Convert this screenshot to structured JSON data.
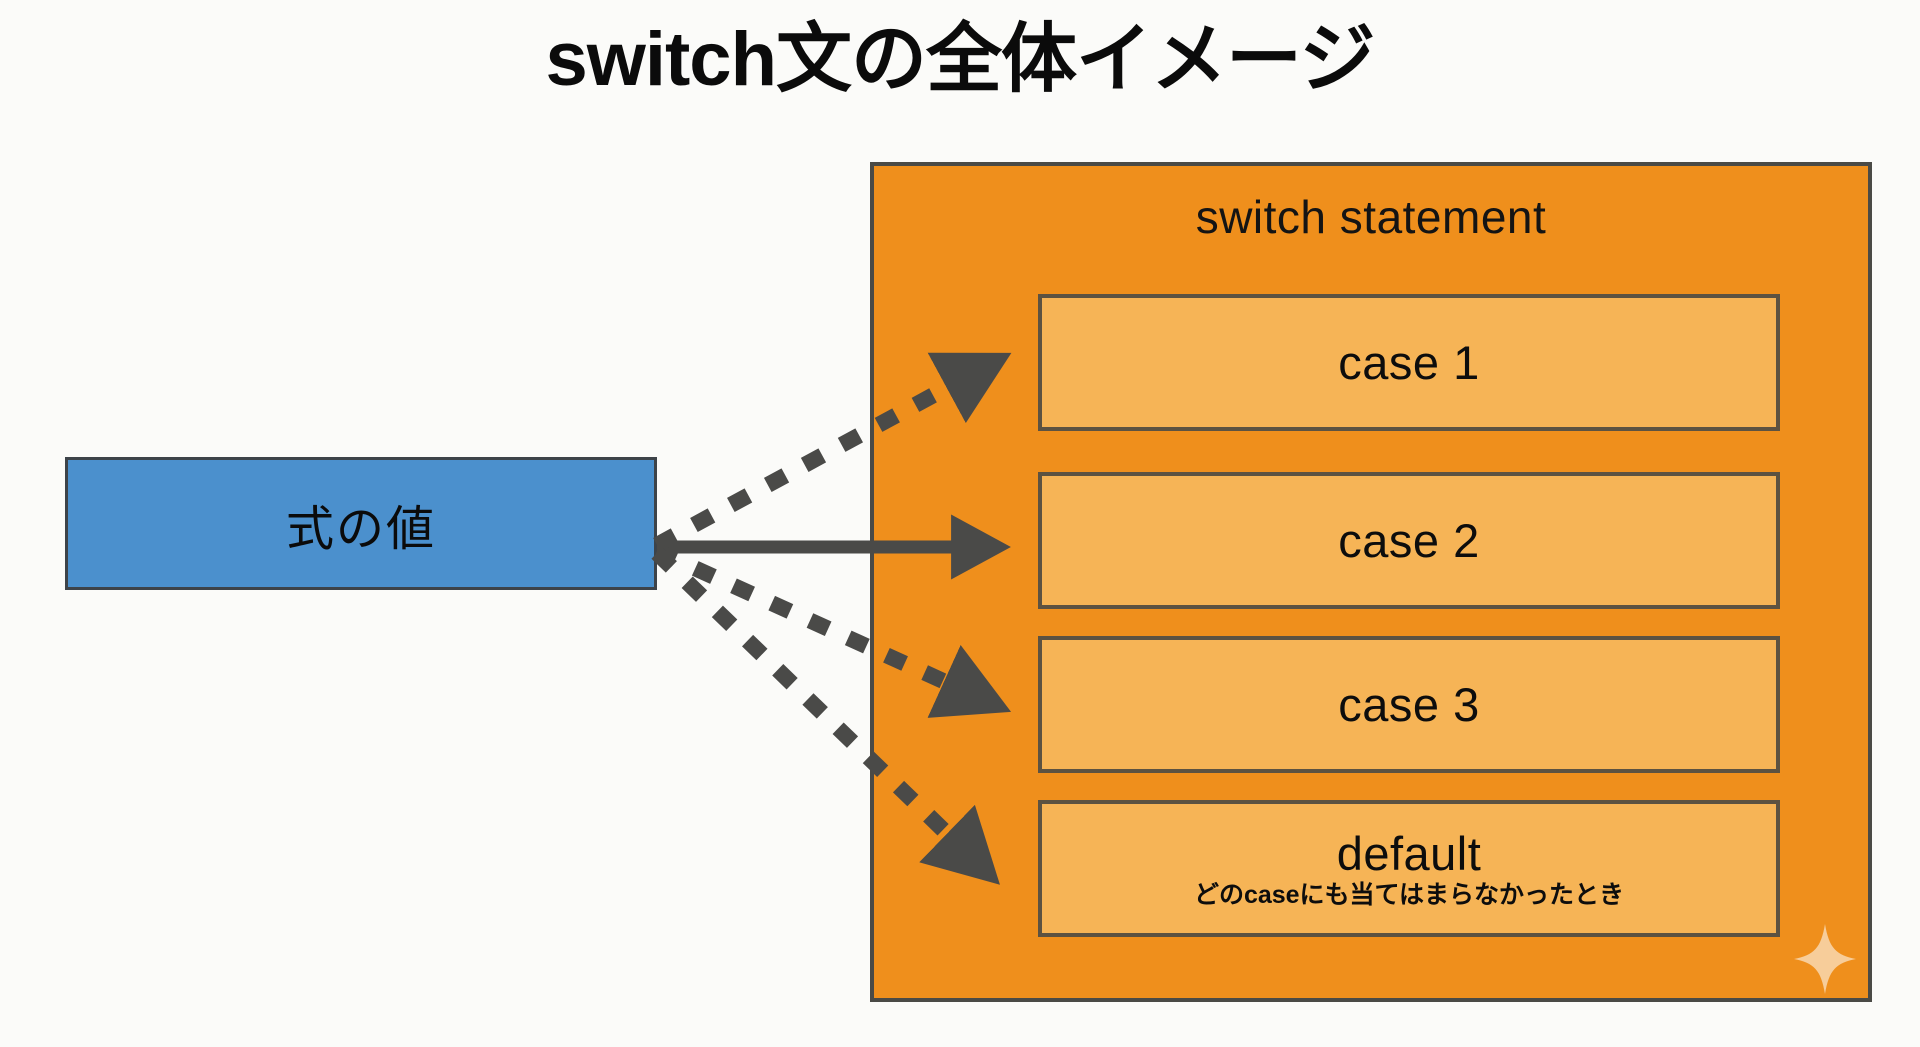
{
  "slide": {
    "title": "switch文の全体イメージ",
    "background_color": "#fbfbf9"
  },
  "expression": {
    "label": "式の値",
    "fill_color": "#4b90cd",
    "border_color": "#3d4349"
  },
  "switch_container": {
    "title": "switch statement",
    "fill_color": "#ef8f1c",
    "border_color": "#4a4a46"
  },
  "cases": [
    {
      "label": "case 1",
      "sublabel": ""
    },
    {
      "label": "case 2",
      "sublabel": ""
    },
    {
      "label": "case 3",
      "sublabel": ""
    },
    {
      "label": "default",
      "sublabel": "どのcaseにも当てはまらなかったとき"
    }
  ],
  "case_style": {
    "fill_color": "#f6b456",
    "border_color": "#5c5241"
  },
  "arrows": [
    {
      "target": "case 1",
      "style": "dashed",
      "color": "#4a4a48"
    },
    {
      "target": "case 2",
      "style": "solid",
      "color": "#4a4a48"
    },
    {
      "target": "case 3",
      "style": "dashed",
      "color": "#4a4a48"
    },
    {
      "target": "default",
      "style": "dashed",
      "color": "#4a4a48"
    }
  ],
  "decoration": {
    "sparkle_color": "#f7cd9a",
    "sparkle_name": "sparkle-icon"
  }
}
